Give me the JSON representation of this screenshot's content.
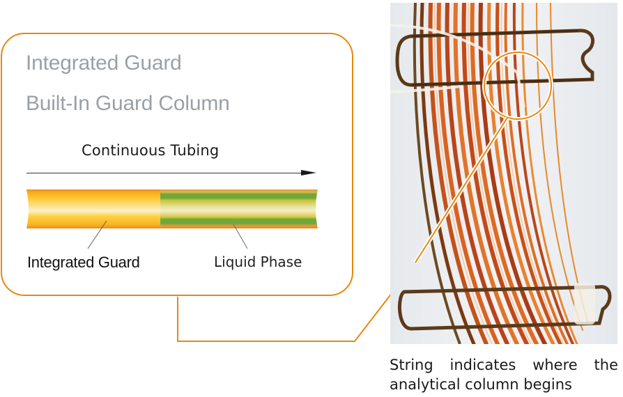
{
  "callout": {
    "title_line1": "Integrated Guard",
    "title_line2": "Built-In Guard Column",
    "tubing_label": "Continuous Tubing",
    "labels": {
      "integrated_guard": "Integrated Guard",
      "liquid_phase": "Liquid Phase"
    }
  },
  "tube_segments": [
    {
      "name": "Integrated Guard",
      "color": "#FDC526"
    },
    {
      "name": "Liquid Phase",
      "color": "#C8C53A",
      "stripe_color": "#6FA73A"
    }
  ],
  "photo": {
    "subject": "coiled capillary column on wire cage with string marker",
    "highlight": "circle-callout"
  },
  "caption": {
    "line1_words": [
      "String",
      "indicates",
      "where",
      "the"
    ],
    "line2": "analytical column begins"
  },
  "colors": {
    "accent": "#E8870E",
    "title_gray": "#9AA0A6",
    "text": "#1A1A1A"
  }
}
